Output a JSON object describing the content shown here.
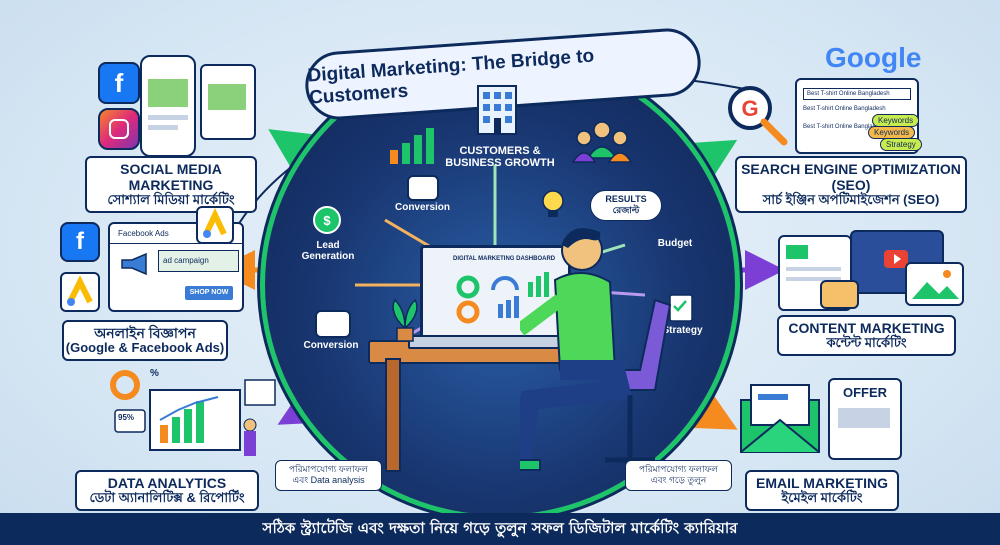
{
  "title": "Digital Marketing: The Bridge to Customers",
  "center": {
    "growth": "CUSTOMERS & BUSINESS GROWTH",
    "conversion_top": "Conversion",
    "lead": "Lead Generation",
    "conversion_bottom": "Conversion",
    "results_en": "RESULTS",
    "results_bn": "রেজাল্ট",
    "budget": "Budget",
    "strategy": "Strategy",
    "dashboard": "DIGITAL MARKETING DASHBOARD"
  },
  "sections": {
    "social": {
      "en": "SOCIAL MEDIA MARKETING",
      "bn": "সোশ্যাল মিডিয়া মার্কেটিং"
    },
    "seo": {
      "en": "SEARCH ENGINE OPTIMIZATION (SEO)",
      "bn": "সার্চ ইঞ্জিন অপটিমাইজেশন (SEO)"
    },
    "ads": {
      "en": "অনলাইন বিজ্ঞাপন",
      "bn": "(Google & Facebook Ads)"
    },
    "content": {
      "en": "CONTENT MARKETING",
      "bn": "কন্টেন্ট মার্কেটিং"
    },
    "analytics": {
      "en": "DATA ANALYTICS",
      "bn": "ডেটা অ্যানালিটিক্স & রিপোর্টিং"
    },
    "email": {
      "en": "EMAIL MARKETING",
      "bn": "ইমেইল মার্কেটিং"
    }
  },
  "ads_card": {
    "header": "Facebook Ads",
    "campaign": "ad campaign",
    "button": "SHOP NOW"
  },
  "seo_card": {
    "google": "Google",
    "search_text": "Best T-shirt Online Bangladesh",
    "results": [
      "Best T-shirt Online Bangladesh",
      "Best T-shirt Online Bangladesh"
    ],
    "keywords": [
      "Keywords",
      "Keywords",
      "Strategy"
    ]
  },
  "email_card": {
    "offer": "OFFER"
  },
  "analytics_card": {
    "percent": "95%",
    "symbol": "%"
  },
  "notes": {
    "left": "পরিমাপযোগ্য ফলাফল এবং Data analysis",
    "right": "পরিমাপযোগ্য ফলাফল এবং গড়ে তুলুন"
  },
  "footer": "সঠিক স্ট্র্যাটেজি এবং দক্ষতা নিয়ে গড়ে তুলুন সফল ডিজিটাল মার্কেটিং ক্যারিয়ার",
  "colors": {
    "navy": "#0d2a5c",
    "green": "#1ec46a",
    "orange": "#f58a1f",
    "purple": "#7b3fd6"
  }
}
